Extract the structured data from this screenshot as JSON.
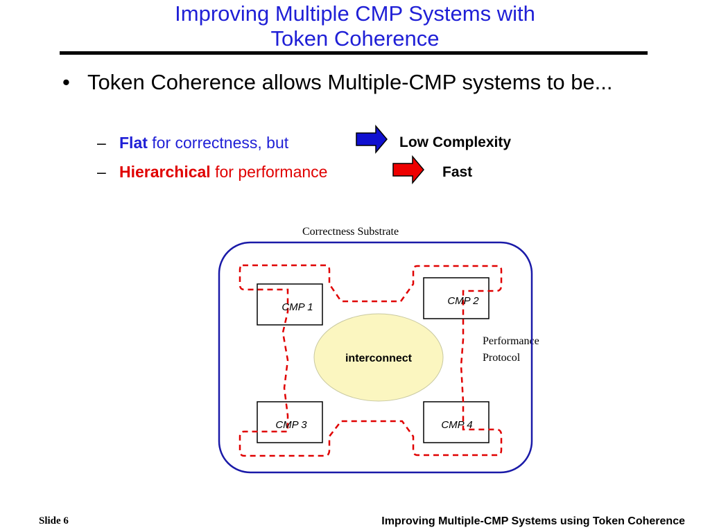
{
  "slide": {
    "title_line1": "Improving Multiple CMP Systems with",
    "title_line2": "Token Coherence",
    "bullet": "Token Coherence allows Multiple-CMP systems to be...",
    "sub1_keyword": "Flat",
    "sub1_rest": " for correctness, but",
    "sub1_result": "Low Complexity",
    "sub2_keyword": "Hierarchical",
    "sub2_rest": " for performance",
    "sub2_result": "Fast",
    "dash": "–",
    "bullet_dot": "•"
  },
  "diagram": {
    "substrate_label": "Correctness Substrate",
    "protocol_label_line1": "Performance",
    "protocol_label_line2": "Protocol",
    "interconnect_label": "interconnect",
    "cmp1": "CMP 1",
    "cmp2": "CMP 2",
    "cmp3": "CMP 3",
    "cmp4": "CMP 4"
  },
  "colors": {
    "title_blue": "#1f1fd6",
    "accent_red": "#e00000",
    "substrate_border": "#1a1aa8",
    "interconnect_fill": "#fbf6c0",
    "blue_arrow": "#1010d0",
    "red_arrow": "#ee0000"
  },
  "footer": {
    "slide_number": "Slide 6",
    "deck_title": "Improving Multiple-CMP Systems using Token Coherence"
  }
}
